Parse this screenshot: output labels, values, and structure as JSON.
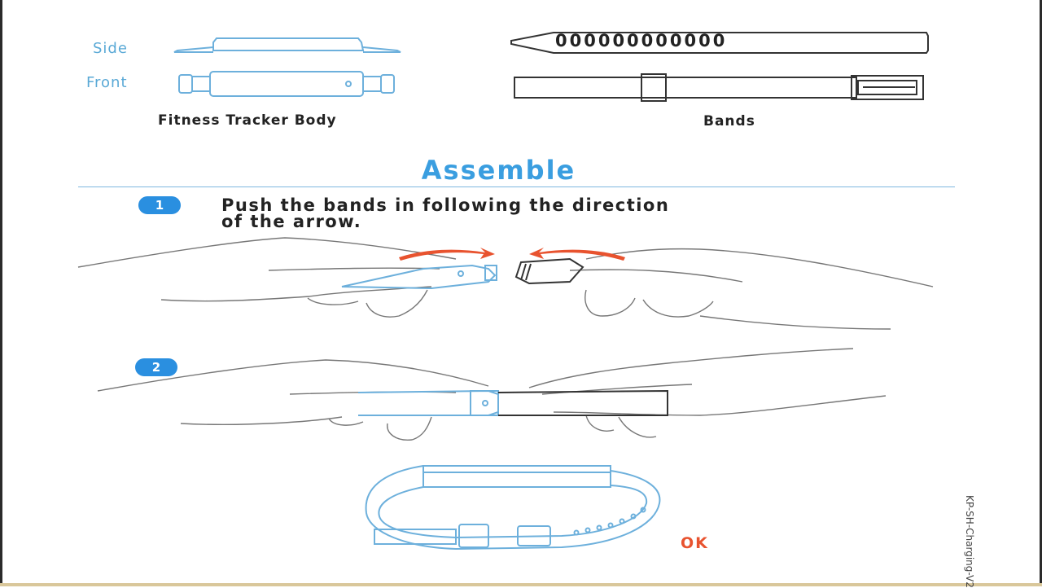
{
  "parts": {
    "side_label": "Side",
    "front_label": "Front",
    "body_label": "Fitness Tracker Body",
    "bands_label": "Bands",
    "band_holes": "000000000000"
  },
  "assemble": {
    "heading": "Assemble",
    "step1_number": "1",
    "step1_text_line1": "Push the bands in following the direction",
    "step1_text_line2": "of the arrow.",
    "step2_number": "2",
    "ok_label": "OK"
  },
  "footer": {
    "code": "KP-SH-Charging-V2"
  },
  "colors": {
    "blue": "#3a9ee0",
    "orange": "#e8532f",
    "line": "#555555"
  },
  "icons": [
    "arrow-right-icon",
    "arrow-left-icon"
  ]
}
